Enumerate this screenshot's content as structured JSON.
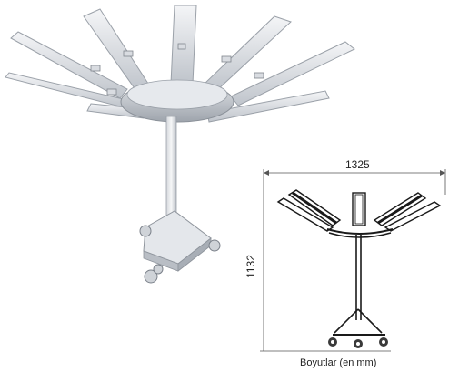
{
  "diagram": {
    "width_value": "1325",
    "height_value": "1132",
    "caption": "Boyutlar (en mm)"
  },
  "colors": {
    "metal_light": "#e9ebef",
    "metal_mid": "#c9cdd4",
    "metal_dark": "#8e949c",
    "line_drawing": "#1a1a1a",
    "dimension_line": "#555555",
    "wheel": "#3a3a3a"
  }
}
